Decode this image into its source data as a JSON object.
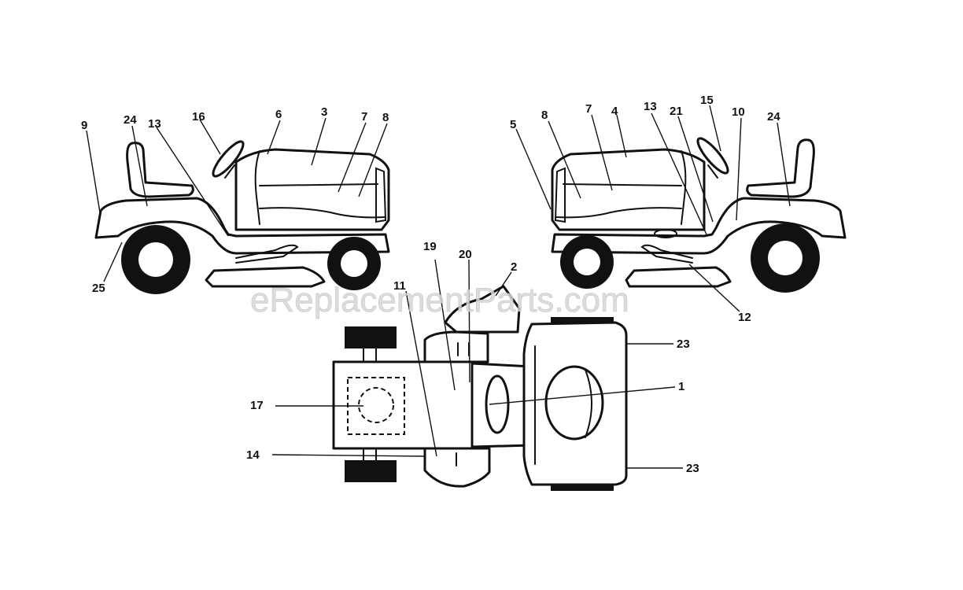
{
  "header_fragments": [
    "",
    "",
    "",
    "",
    "",
    ""
  ],
  "watermark": "eReplacementParts.com",
  "callouts": {
    "left_view": [
      "9",
      "24",
      "13",
      "16",
      "6",
      "3",
      "7",
      "8",
      "25"
    ],
    "right_view": [
      "5",
      "8",
      "7",
      "4",
      "13",
      "15",
      "21",
      "10",
      "24",
      "12"
    ],
    "top_view": [
      "19",
      "20",
      "2",
      "11",
      "23",
      "1",
      "17",
      "14",
      "23"
    ]
  }
}
